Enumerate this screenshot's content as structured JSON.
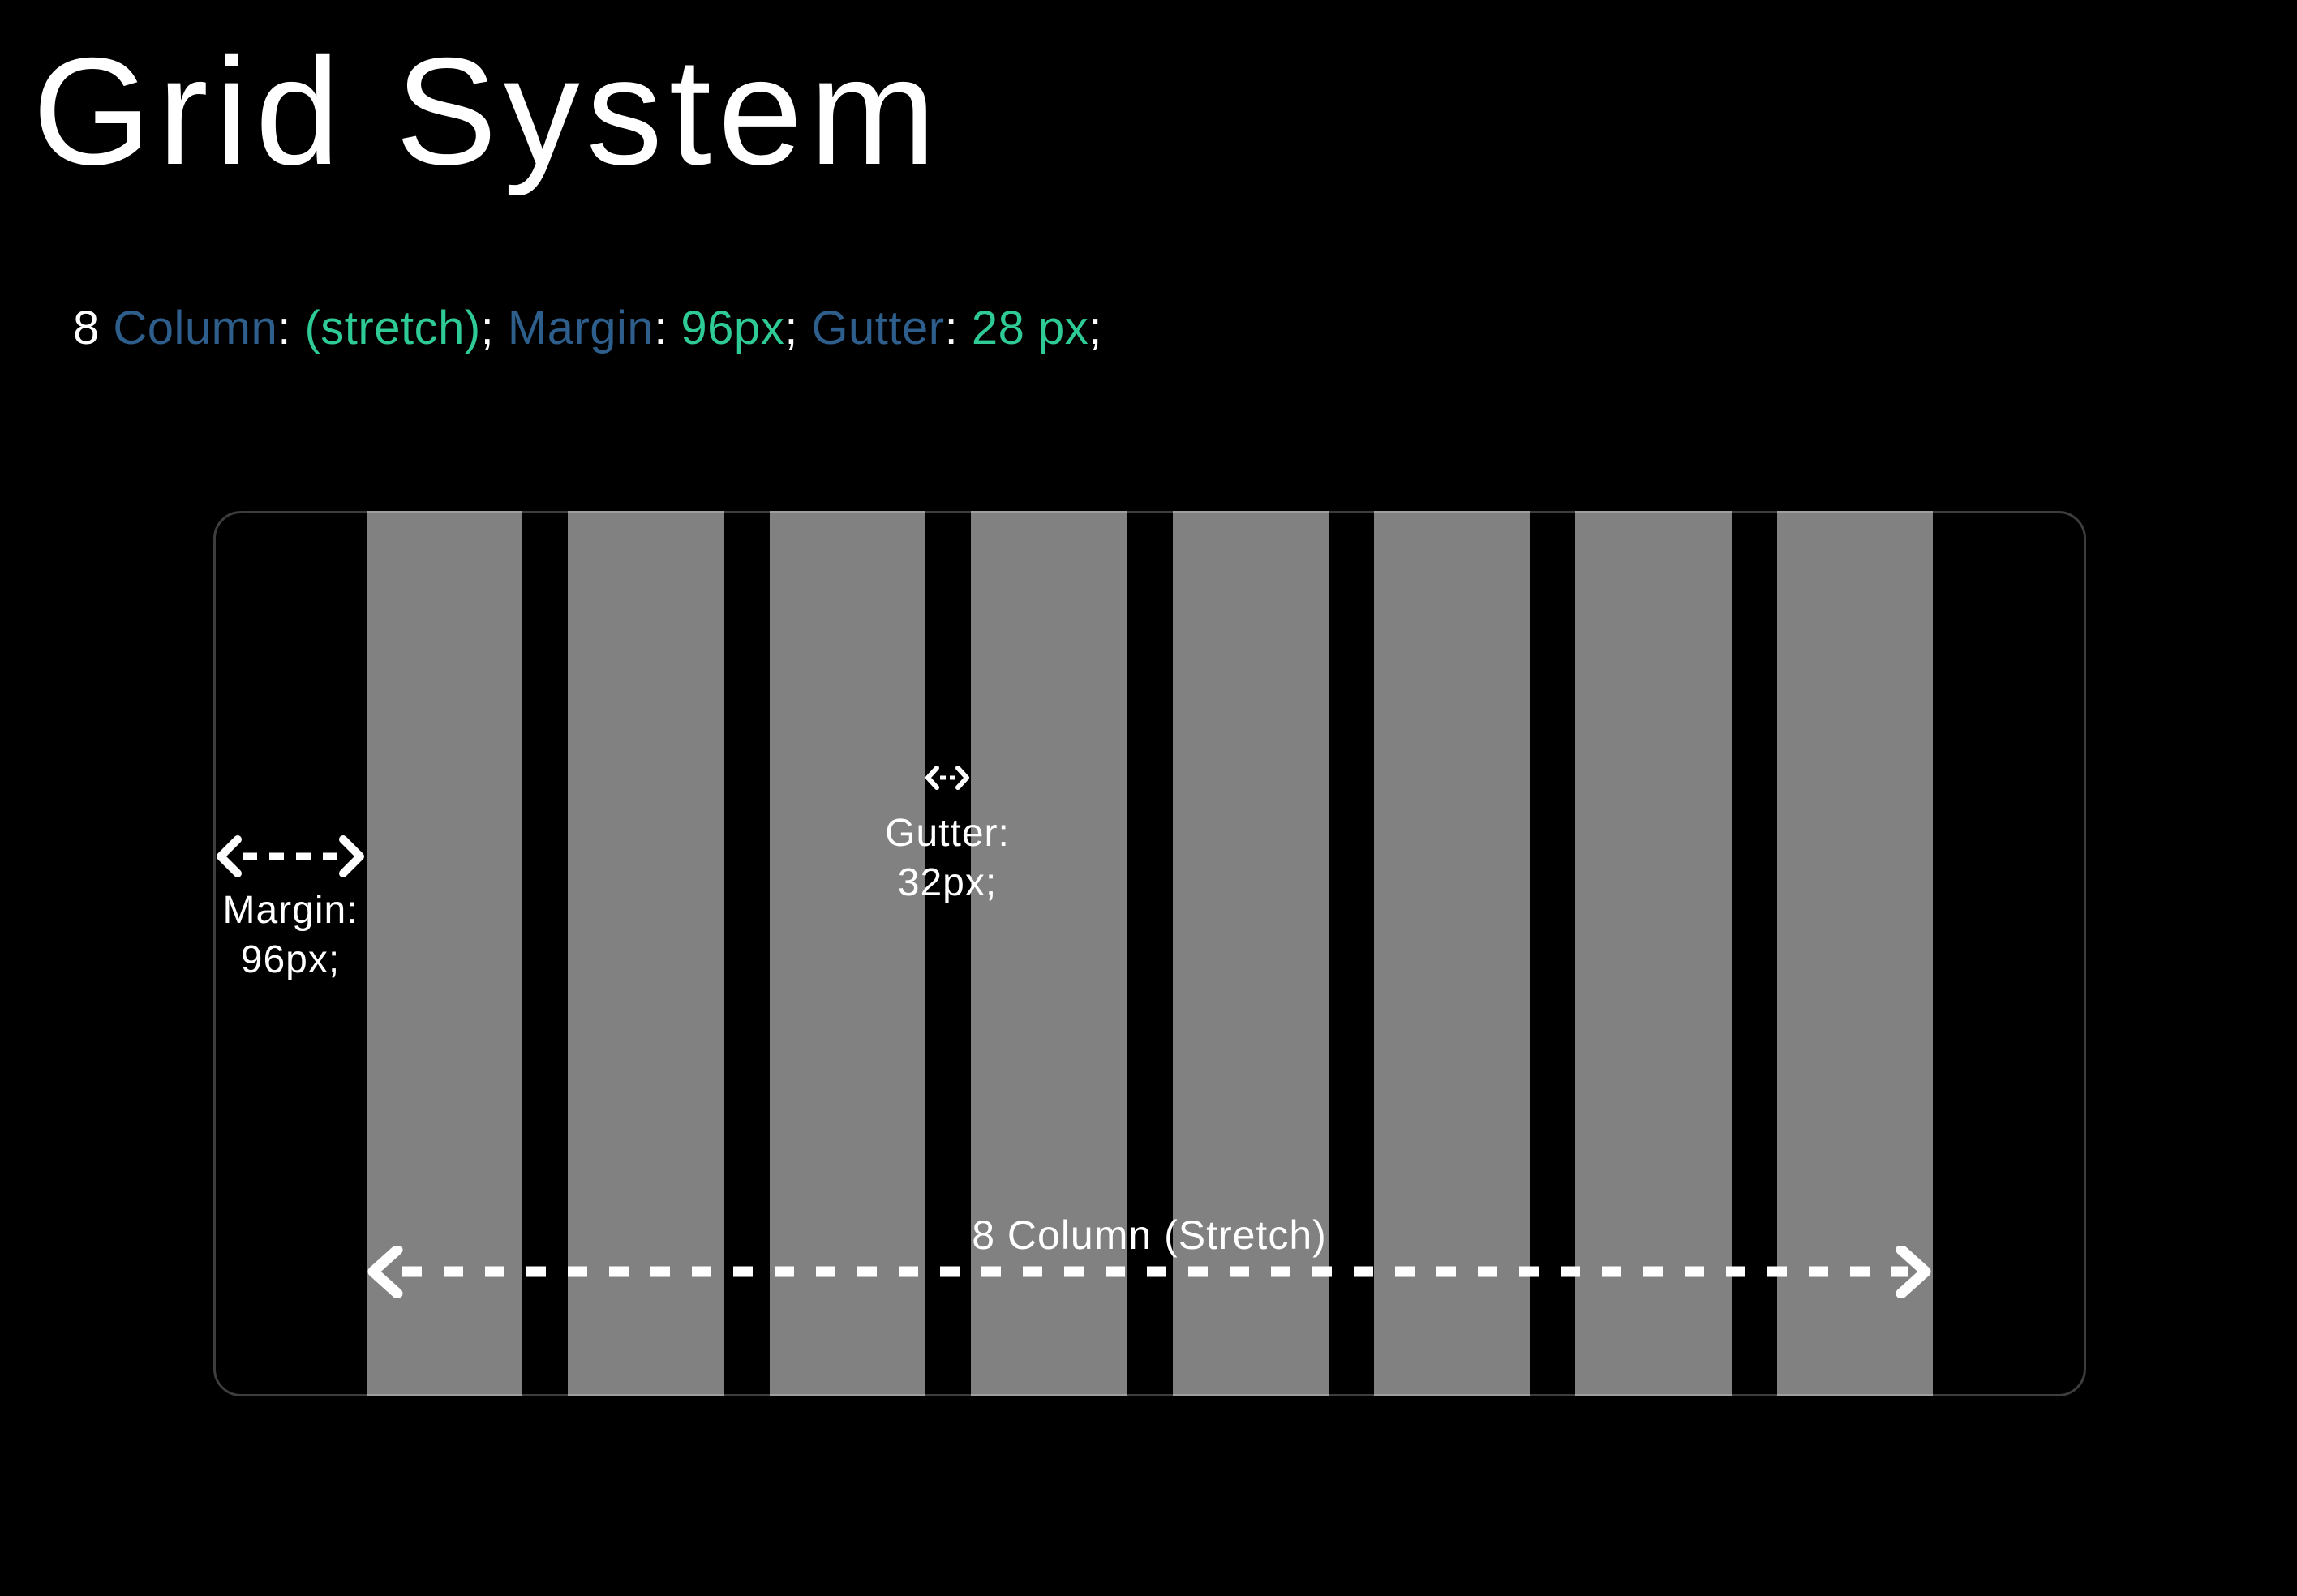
{
  "title": "Grid System",
  "spec_line": {
    "segments": [
      {
        "text": "8 ",
        "color": "white"
      },
      {
        "text": "Column",
        "color": "blue"
      },
      {
        "text": ": ",
        "color": "white"
      },
      {
        "text": "(stretch)",
        "color": "green"
      },
      {
        "text": "; ",
        "color": "white"
      },
      {
        "text": "Margin",
        "color": "blue"
      },
      {
        "text": ": ",
        "color": "white"
      },
      {
        "text": "96px",
        "color": "green"
      },
      {
        "text": "; ",
        "color": "white"
      },
      {
        "text": "Gutter",
        "color": "blue"
      },
      {
        "text": ": ",
        "color": "white"
      },
      {
        "text": "28 px",
        "color": "green"
      },
      {
        "text": ";",
        "color": "white"
      }
    ]
  },
  "diagram": {
    "column_count": 8,
    "margin_annotation": {
      "lines": [
        "Margin:",
        "96px;"
      ],
      "icon": "horizontal-dashed-double-arrow"
    },
    "gutter_annotation": {
      "lines": [
        "Gutter:",
        "32px;"
      ],
      "icon": "horizontal-dashed-double-arrow"
    },
    "stretch_annotation": {
      "label": "8 Column (Stretch)",
      "icon": "horizontal-dashed-double-arrow"
    }
  },
  "colors": {
    "background": "#000000",
    "text": "#ffffff",
    "label_blue": "#2e5e8c",
    "value_green": "#2fcb97",
    "column_fill": "#818181",
    "box_border": "rgba(255,255,255,0.24)"
  }
}
